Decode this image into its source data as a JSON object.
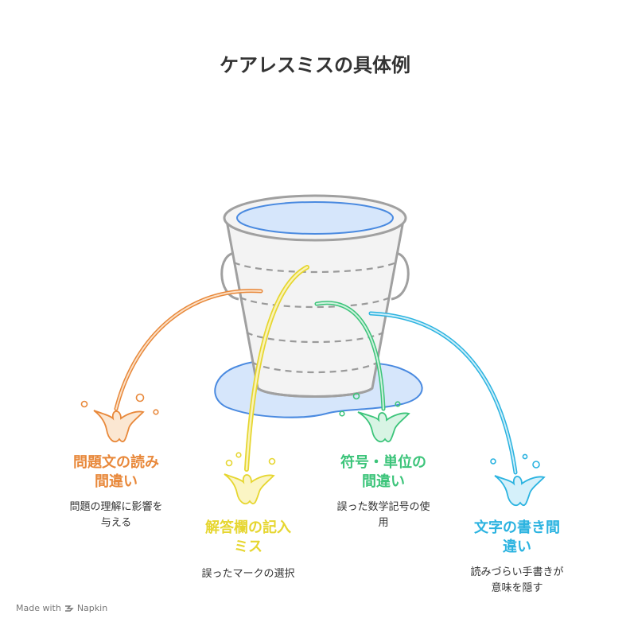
{
  "title": "ケアレスミスの具体例",
  "colors": {
    "orange": "#E8883A",
    "yellow": "#E6D630",
    "green": "#3CC47A",
    "blue": "#2BB3E0",
    "bucket_stroke": "#A0A0A0",
    "water": "#D6E6FB",
    "water_stroke": "#4A8AE0"
  },
  "items": [
    {
      "label_line1": "問題文の読み",
      "label_line2": "間違い",
      "desc_line1": "問題の理解に影響を",
      "desc_line2": "与える",
      "color": "#E8883A"
    },
    {
      "label_line1": "解答欄の記入",
      "label_line2": "ミス",
      "desc_line1": "誤ったマークの選択",
      "desc_line2": "",
      "color": "#E6D630"
    },
    {
      "label_line1": "符号・単位の",
      "label_line2": "間違い",
      "desc_line1": "誤った数学記号の使",
      "desc_line2": "用",
      "color": "#3CC47A"
    },
    {
      "label_line1": "文字の書き間",
      "label_line2": "違い",
      "desc_line1": "読みづらい手書きが",
      "desc_line2": "意味を隠す",
      "color": "#2BB3E0"
    }
  ],
  "footer": {
    "made_with": "Made with",
    "brand": "Napkin"
  }
}
